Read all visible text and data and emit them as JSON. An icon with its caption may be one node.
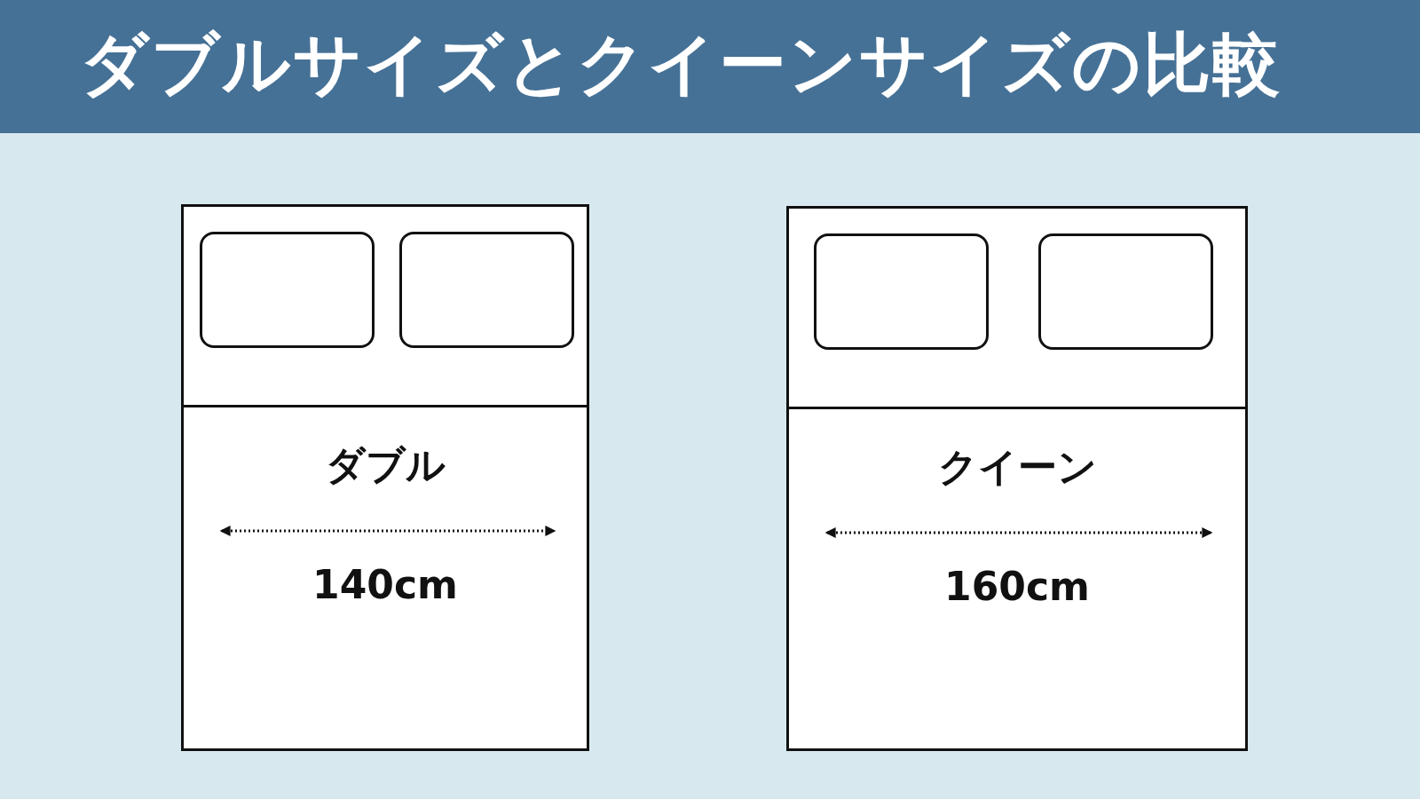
{
  "diagram": {
    "title": "ダブルサイズとクイーンサイズの比較",
    "nodes": [
      {
        "text": [
          "ダブル",
          "140cm"
        ]
      },
      {
        "text": [],
        "shape": "box",
        "in": 0
      },
      {
        "text": [],
        "shape": "box",
        "in": 0
      },
      {
        "text": [
          "クイーン",
          "160cm"
        ]
      },
      {
        "text": [],
        "shape": "box",
        "in": 3
      },
      {
        "text": [],
        "shape": "box",
        "in": 3
      }
    ]
  }
}
